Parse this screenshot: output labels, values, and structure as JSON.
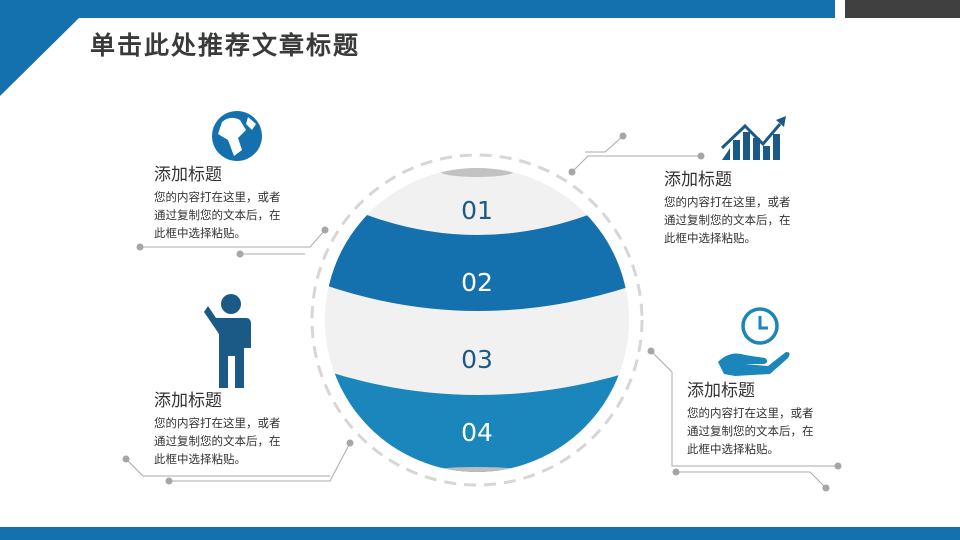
{
  "title": "单击此处推荐文章标题",
  "sphere": {
    "bands": [
      "01",
      "02",
      "03",
      "04"
    ]
  },
  "items": [
    {
      "title": "添加标题",
      "body": [
        "您的内容打在这里，或者",
        "通过复制您的文本后，在",
        "此框中选择粘贴。"
      ],
      "icon": "globe-icon"
    },
    {
      "title": "添加标题",
      "body": [
        "您的内容打在这里，或者",
        "通过复制您的文本后，在",
        "此框中选择粘贴。"
      ],
      "icon": "growth-chart-icon"
    },
    {
      "title": "添加标题",
      "body": [
        "您的内容打在这里，或者",
        "通过复制您的文本后，在",
        "此框中选择粘贴。"
      ],
      "icon": "person-icon"
    },
    {
      "title": "添加标题",
      "body": [
        "您的内容打在这里，或者",
        "通过复制您的文本后，在",
        "此框中选择粘贴。"
      ],
      "icon": "clock-in-hand-icon"
    }
  ],
  "colors": {
    "blue": "#1570ae",
    "blue_light": "#1a86bb",
    "dark_blue": "#1b5a87",
    "gray": "#f1f1f1",
    "text": "#333333"
  }
}
